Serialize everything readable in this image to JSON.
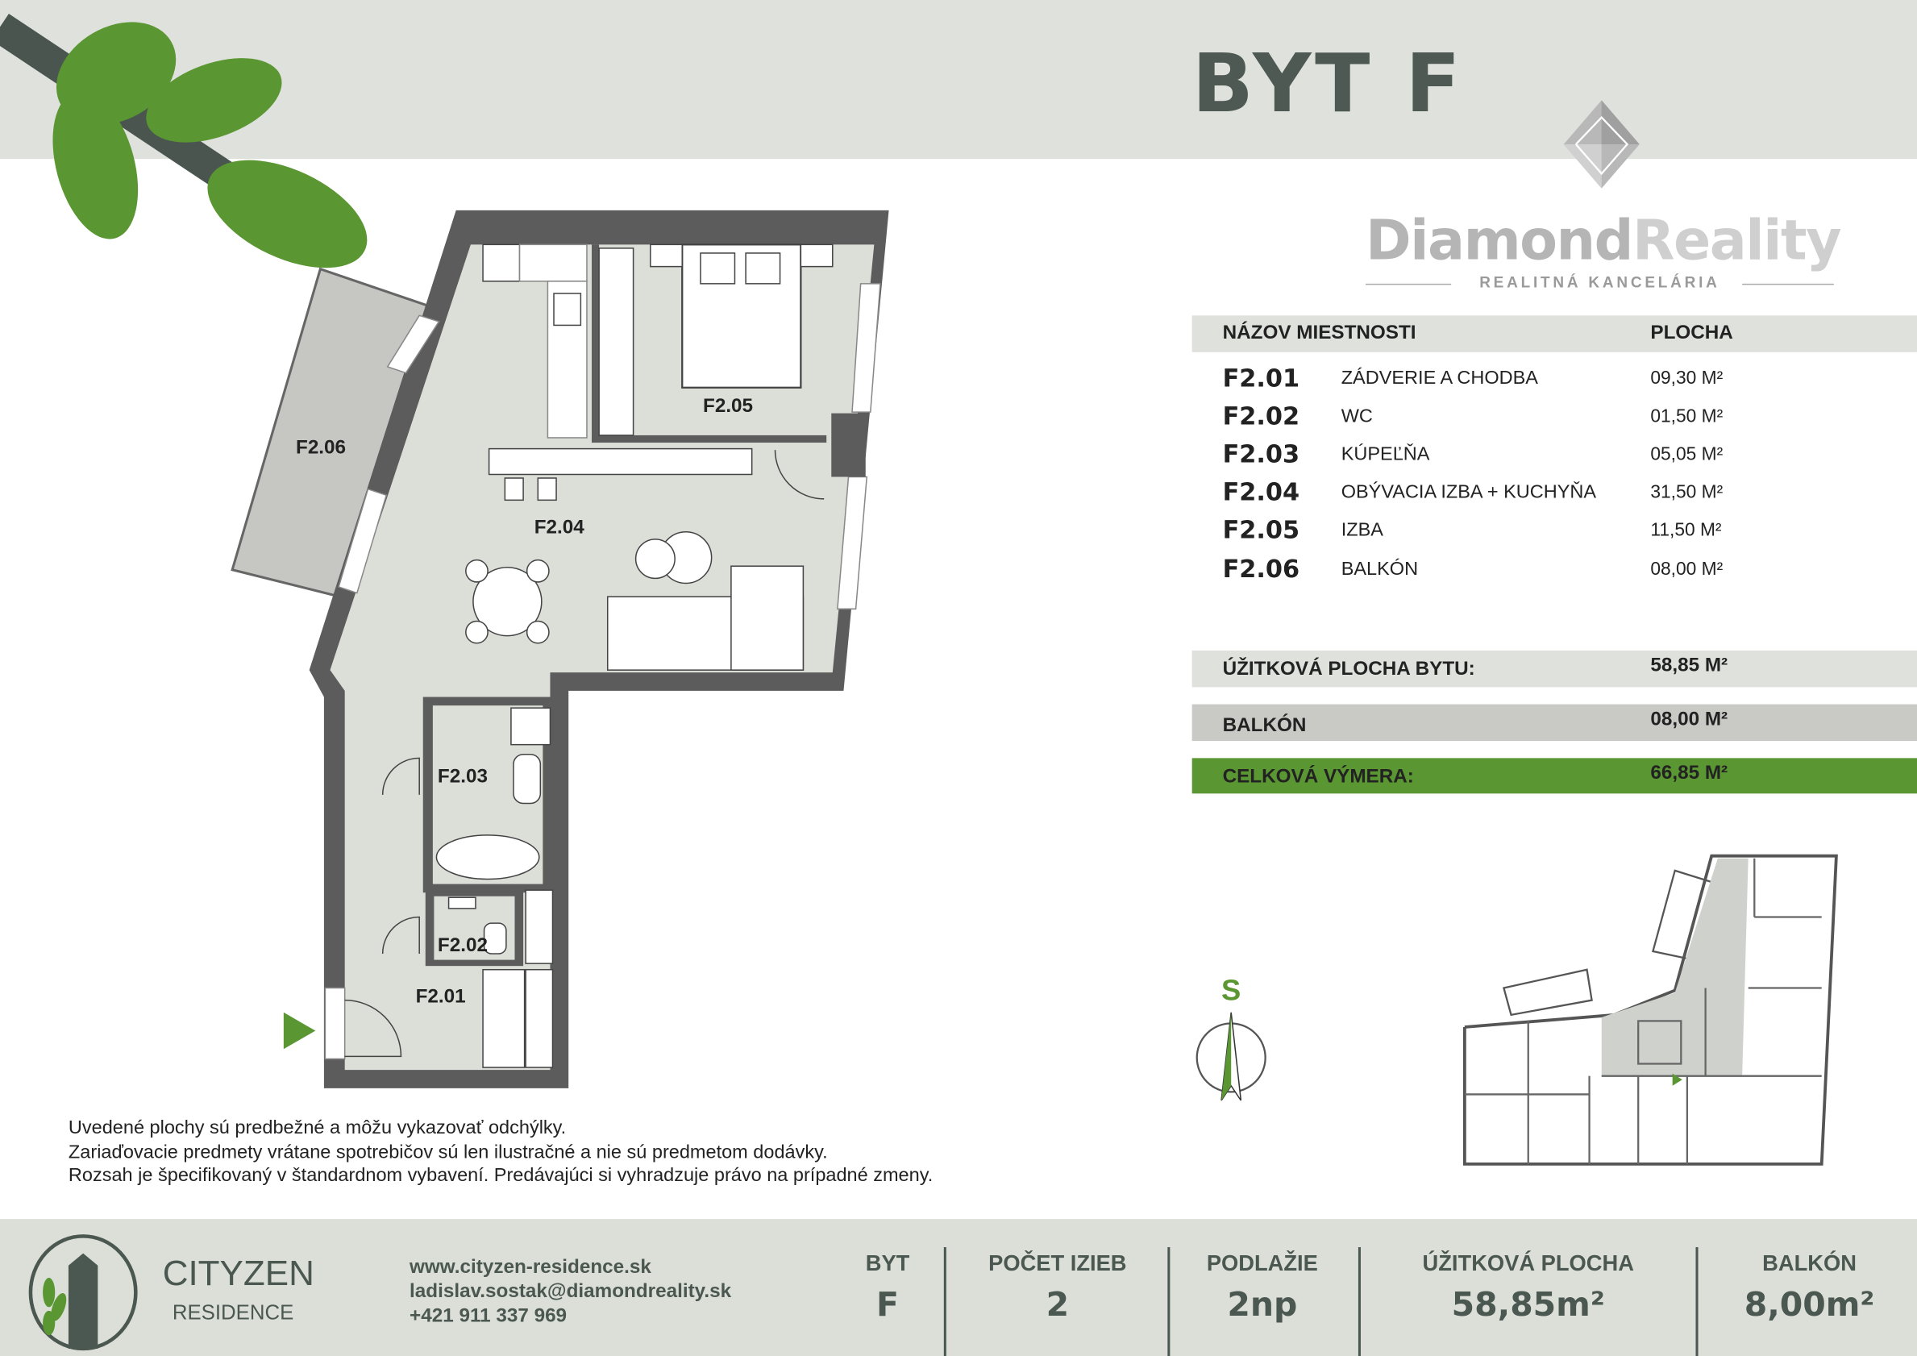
{
  "header": {
    "title": "BYT F"
  },
  "brand": {
    "name_part1": "Diamond",
    "name_part2": "Reality",
    "subtitle": "REALITNÁ KANCELÁRIA"
  },
  "table": {
    "col_room": "NÁZOV MIESTNOSTI",
    "col_area": "PLOCHA",
    "rows": [
      {
        "code": "F2.01",
        "name": "ZÁDVERIE A CHODBA",
        "area": "09,30 M²"
      },
      {
        "code": "F2.02",
        "name": "WC",
        "area": "01,50 M²"
      },
      {
        "code": "F2.03",
        "name": "KÚPEĽŇA",
        "area": "05,05 M²"
      },
      {
        "code": "F2.04",
        "name": "OBÝVACIA IZBA + KUCHYŇA",
        "area": "31,50 M²"
      },
      {
        "code": "F2.05",
        "name": "IZBA",
        "area": "11,50 M²"
      },
      {
        "code": "F2.06",
        "name": "BALKÓN",
        "area": "08,00 M²"
      }
    ],
    "summary": [
      {
        "label": "ÚŽITKOVÁ PLOCHA BYTU:",
        "value": "58,85 M²"
      },
      {
        "label": "BALKÓN",
        "value": "08,00 M²"
      },
      {
        "label": "CELKOVÁ VÝMERA:",
        "value": "66,85 M²"
      }
    ]
  },
  "plan": {
    "labels": [
      "F2.01",
      "F2.02",
      "F2.03",
      "F2.04",
      "F2.05",
      "F2.06"
    ],
    "compass": "S"
  },
  "notes": [
    "Uvedené plochy sú predbežné a môžu vykazovať odchýlky.",
    "Zariaďovacie predmety vrátane spotrebičov sú len ilustračné a nie sú predmetom dodávky.",
    "Rozsah je špecifikovaný v štandardnom vybavení. Predávajúci si vyhradzuje právo na prípadné zmeny."
  ],
  "footer": {
    "logo_name": "CITYZEN",
    "logo_sub": "RESIDENCE",
    "web": "www.cityzen-residence.sk",
    "email": "ladislav.sostak@diamondreality.sk",
    "phone": "+421 911 337 969",
    "cols": [
      {
        "label": "BYT",
        "value": "F"
      },
      {
        "label": "POČET IZIEB",
        "value": "2"
      },
      {
        "label": "PODLAŽIE",
        "value": "2np"
      },
      {
        "label": "ÚŽITKOVÁ PLOCHA",
        "value": "58,85m²"
      },
      {
        "label": "BALKÓN",
        "value": "8,00m²"
      }
    ]
  },
  "colors": {
    "green": "#5a9632",
    "dark": "#4e5953",
    "band": "#dfe1dc",
    "wall": "#5c5c5c"
  }
}
